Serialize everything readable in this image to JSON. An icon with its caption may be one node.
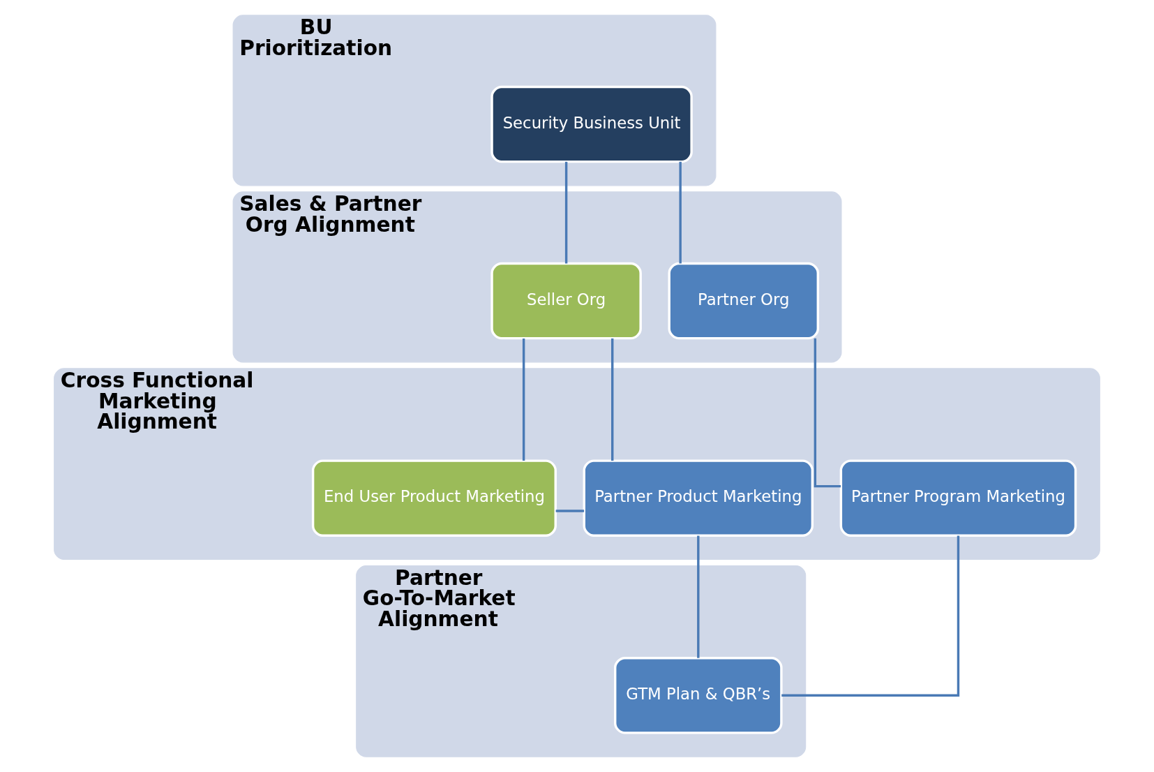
{
  "diagram": {
    "nodes": [
      {
        "text": [
          "BU Prioritization"
        ]
      },
      {
        "text": [
          "Security Business Unit"
        ],
        "in": 0
      },
      {
        "text": [
          "Sales & Partner Org Alignment"
        ]
      },
      {
        "text": [
          "Seller Org"
        ],
        "in": 2
      },
      {
        "text": [
          "Partner Org"
        ],
        "in": 2
      },
      {
        "text": [
          "Cross Functional Marketing Alignment"
        ]
      },
      {
        "text": [
          "End User Product Marketing"
        ],
        "in": 5
      },
      {
        "text": [
          "Partner Product Marketing"
        ],
        "in": 5
      },
      {
        "text": [
          "Partner Program Marketing"
        ],
        "in": 5
      },
      {
        "text": [
          "Partner Go-To-Market Alignment"
        ]
      },
      {
        "text": [
          "GTM Plan & QBR’s"
        ],
        "in": 9
      }
    ],
    "edges": [
      {
        "from": 1,
        "to": 3,
        "arrow": "none"
      },
      {
        "from": 1,
        "to": 4,
        "arrow": "none"
      },
      {
        "from": 3,
        "to": 6,
        "arrow": "none"
      },
      {
        "from": 3,
        "to": 7,
        "arrow": "none"
      },
      {
        "from": 4,
        "to": 8,
        "arrow": "none"
      },
      {
        "from": 6,
        "to": 7,
        "arrow": "none"
      },
      {
        "from": 7,
        "to": 10,
        "arrow": "none"
      },
      {
        "from": 8,
        "to": 10,
        "arrow": "none"
      }
    ]
  }
}
